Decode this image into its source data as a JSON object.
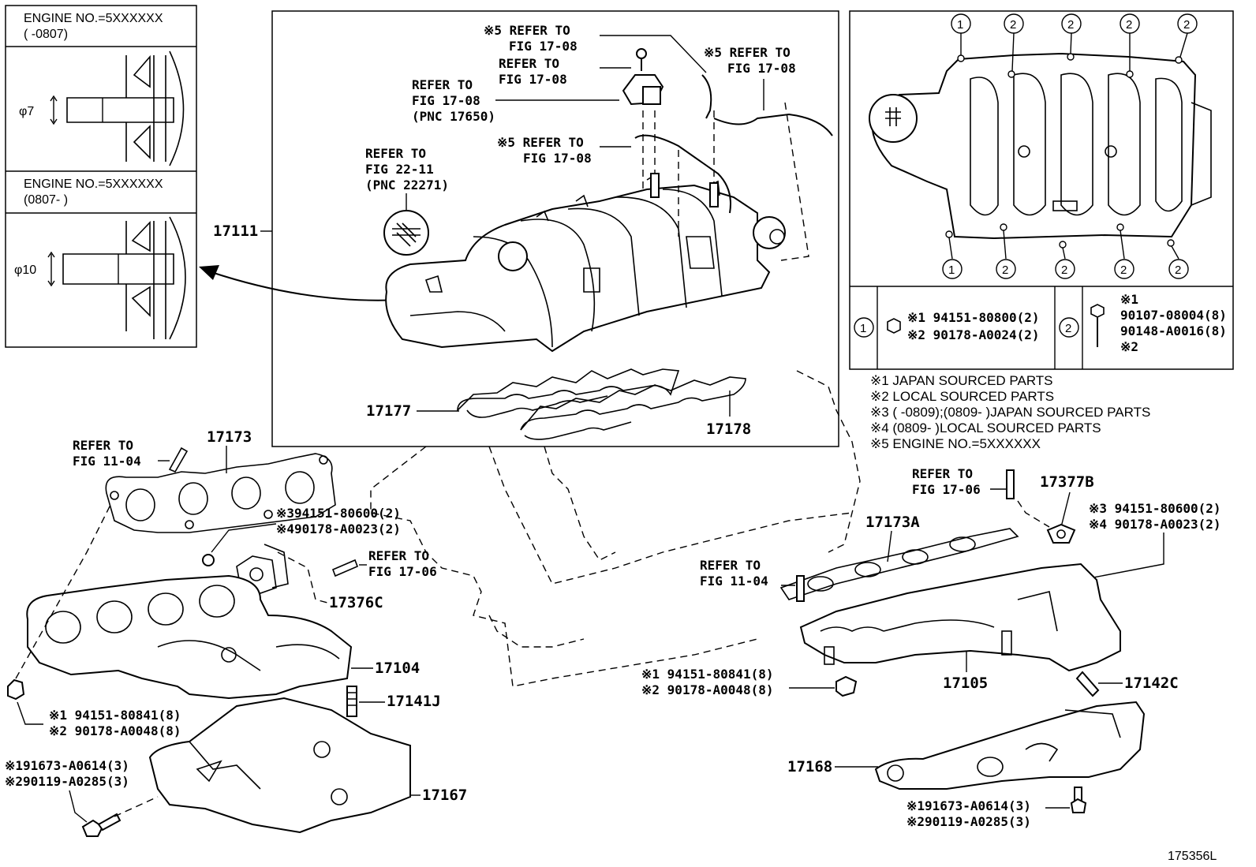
{
  "figure_id": "175356L",
  "inset_top": {
    "title": "ENGINE NO.=5XXXXXX",
    "range": "(        -0807)",
    "dim": "φ7"
  },
  "inset_bottom": {
    "title": "ENGINE NO.=5XXXXXX",
    "range": "(0807-        )",
    "dim": "φ10"
  },
  "center_box": {
    "part_17111": "17111",
    "part_17177": "17177",
    "part_17178": "17178",
    "ref_a1": "※5 REFER TO",
    "ref_a2": "FIG 17-08",
    "ref_b1": "REFER TO",
    "ref_b2": "FIG 17-08",
    "ref_c1": "REFER TO",
    "ref_c2": "FIG 17-08",
    "ref_c3": "(PNC 17650)",
    "ref_d1": "※5 REFER TO",
    "ref_d2": "FIG 17-08",
    "ref_e1": "※5 REFER TO",
    "ref_e2": "FIG 17-08",
    "ref_f1": "REFER TO",
    "ref_f2": "FIG 22-11",
    "ref_f3": "(PNC 22271)"
  },
  "top_right": {
    "circ1": "1",
    "circ2": "2",
    "t1_l1": "※1 94151-80800(2)",
    "t1_l2": "※2 90178-A0024(2)",
    "t2_l1": "※1",
    "t2_l2": "90107-08004(8)",
    "t2_l3": "90148-A0016(8)",
    "t2_l4": "※2"
  },
  "notes": [
    "※1 JAPAN SOURCED PARTS",
    "※2 LOCAL SOURCED PARTS",
    "※3 (        -0809);(0809-        )JAPAN SOURCED PARTS",
    "※4 (0809-        )LOCAL SOURCED PARTS",
    "※5 ENGINE NO.=5XXXXXX"
  ],
  "left": {
    "ref_g1": "REFER TO",
    "ref_g2": "FIG 11-04",
    "p17173": "17173",
    "n3": "※394151-80600(2)",
    "n4": "※490178-A0023(2)",
    "ref_h1": "REFER TO",
    "ref_h2": "FIG 17-06",
    "p17376C": "17376C",
    "p17104": "17104",
    "p17141J": "17141J",
    "n1a": "※1 94151-80841(8)",
    "n2a": "※2 90178-A0048(8)",
    "n1b": "※191673-A0614(3)",
    "n2b": "※290119-A0285(3)",
    "p17167": "17167"
  },
  "right": {
    "ref_i1": "REFER TO",
    "ref_i2": "FIG 17-06",
    "p17377B": "17377B",
    "n3": "※3 94151-80600(2)",
    "n4": "※4 90178-A0023(2)",
    "p17173A": "17173A",
    "ref_j1": "REFER TO",
    "ref_j2": "FIG 11-04",
    "n1a": "※1  94151-80841(8)",
    "n2a": "※2  90178-A0048(8)",
    "p17105": "17105",
    "p17142C": "17142C",
    "p17168": "17168",
    "n1b": "※191673-A0614(3)",
    "n2b": "※290119-A0285(3)"
  }
}
